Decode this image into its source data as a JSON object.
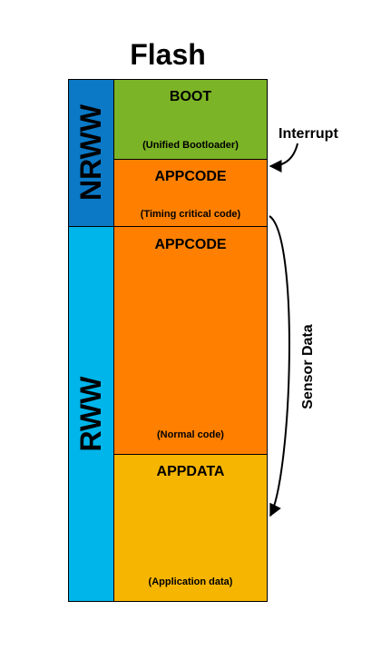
{
  "title": "Flash",
  "sections": {
    "nrww": "NRWW",
    "rww": "RWW"
  },
  "blocks": {
    "boot": {
      "title": "BOOT",
      "subtitle": "(Unified Bootloader)"
    },
    "appcode_tc": {
      "title": "APPCODE",
      "subtitle": "(Timing critical code)"
    },
    "appcode_normal": {
      "title": "APPCODE",
      "subtitle": "(Normal code)"
    },
    "appdata": {
      "title": "APPDATA",
      "subtitle": "(Application data)"
    }
  },
  "labels": {
    "interrupt": "Interrupt",
    "sensor_data": "Sensor Data"
  },
  "colors": {
    "nrww": "#0b79c6",
    "rww": "#00b5ea",
    "boot": "#7cb427",
    "appcode": "#ff8000",
    "appdata": "#f6b500"
  }
}
